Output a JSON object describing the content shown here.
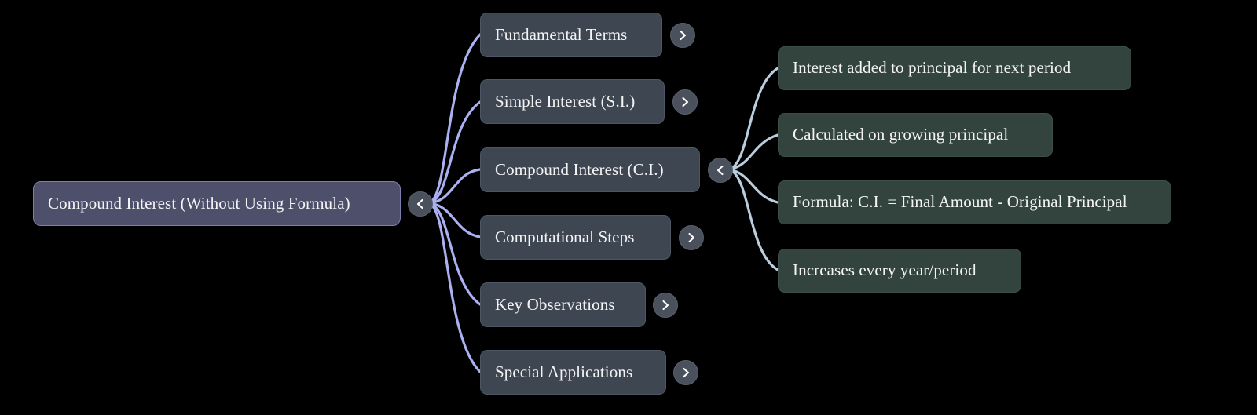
{
  "diagram": {
    "type": "mindmap",
    "title": "Compound Interest (Without Using Formula)",
    "background_color": "#000000",
    "colors": {
      "root_node": "#4d4f6b",
      "root_border": "#7b7fb0",
      "branch_node": "#3e4651",
      "leaf_node": "#33443f",
      "text": "#f4f4f5",
      "edge_left": "#aab0f0",
      "edge_right": "#b9cddf",
      "toggle_button": "#4a515c"
    }
  },
  "root": {
    "label": "Compound Interest (Without Using Formula)",
    "toggle": {
      "name": "collapse-root-button",
      "glyph": "<",
      "state": "expanded"
    }
  },
  "branches": [
    {
      "label": "Fundamental Terms",
      "toggle": {
        "glyph": ">",
        "state": "collapsed"
      },
      "children": []
    },
    {
      "label": "Simple Interest (S.I.)",
      "toggle": {
        "glyph": ">",
        "state": "collapsed"
      },
      "children": []
    },
    {
      "label": "Compound Interest (C.I.)",
      "toggle": {
        "glyph": "<",
        "state": "expanded"
      },
      "children": [
        {
          "label": "Interest added to principal for next period"
        },
        {
          "label": "Calculated on growing principal"
        },
        {
          "label": "Formula: C.I. = Final Amount - Original Principal"
        },
        {
          "label": "Increases every year/period"
        }
      ]
    },
    {
      "label": "Computational Steps",
      "toggle": {
        "glyph": ">",
        "state": "collapsed"
      },
      "children": []
    },
    {
      "label": "Key Observations",
      "toggle": {
        "glyph": ">",
        "state": "collapsed"
      },
      "children": []
    },
    {
      "label": "Special Applications",
      "toggle": {
        "glyph": ">",
        "state": "collapsed"
      },
      "children": []
    }
  ]
}
